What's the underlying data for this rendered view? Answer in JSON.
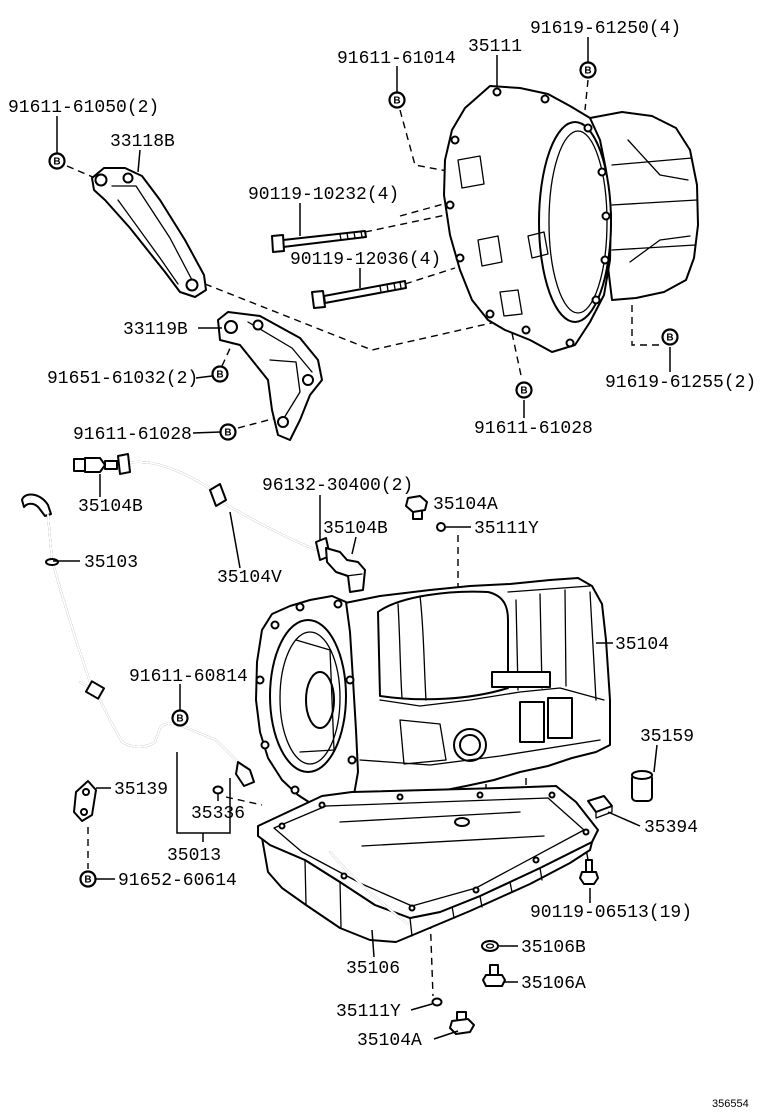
{
  "colors": {
    "ink": "#000000",
    "paper": "#ffffff"
  },
  "diagram": {
    "bolt_marker": "B",
    "figure_number": "356554",
    "labels": {
      "p91619_61250": "91619-61250(4)",
      "p35111": "35111",
      "p91611_61014": "91611-61014",
      "p91611_61050": "91611-61050(2)",
      "p33118B": "33118B",
      "p90119_10232": "90119-10232(4)",
      "p90119_12036": "90119-12036(4)",
      "p33119B": "33119B",
      "p91651_61032": "91651-61032(2)",
      "p91619_61255": "91619-61255(2)",
      "p91611_61028_left": "91611-61028",
      "p91611_61028_right": "91611-61028",
      "p96132_30400": "96132-30400(2)",
      "p35104A_upper": "35104A",
      "p35104B_left": "35104B",
      "p35104B_right": "35104B",
      "p35111Y_upper": "35111Y",
      "p35103": "35103",
      "p35104V": "35104V",
      "p35104": "35104",
      "p91611_60814": "91611-60814",
      "p35159": "35159",
      "p35139": "35139",
      "p35336": "35336",
      "p35394": "35394",
      "p35013": "35013",
      "p91652_60614": "91652-60614",
      "p90119_06513": "90119-06513(19)",
      "p35106B": "35106B",
      "p35106": "35106",
      "p35106A": "35106A",
      "p35111Y_lower": "35111Y",
      "p35104A_lower": "35104A"
    }
  }
}
